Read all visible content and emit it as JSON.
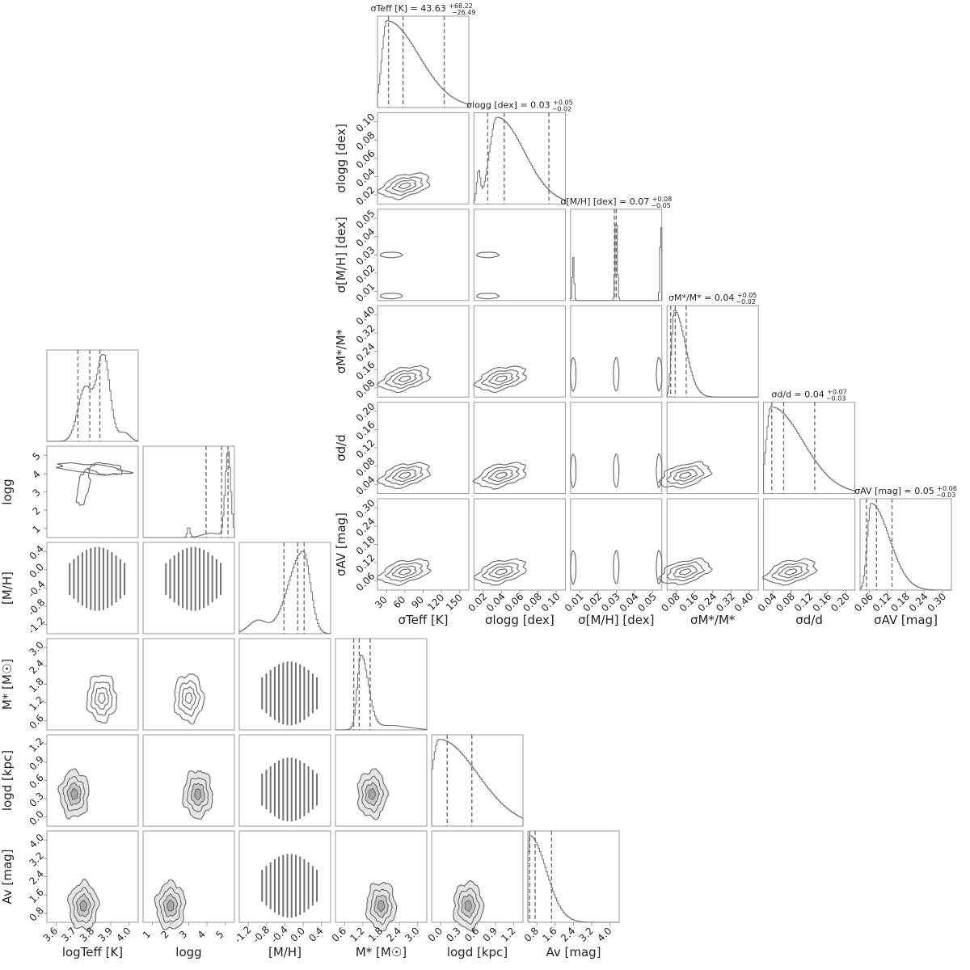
{
  "figure": {
    "type": "corner-plot-pair"
  },
  "chart_data": [
    {
      "type": "corner",
      "parameters": [
        {
          "key": "logTeff",
          "label": "logTeff [K]",
          "label_main": "log",
          "label_italic": "Teff",
          "label_unit": " [K]",
          "ticks": [
            "3.6",
            "3.7",
            "3.8",
            "3.9",
            "4.0"
          ],
          "range": [
            3.55,
            4.0
          ]
        },
        {
          "key": "logg",
          "label": "logg",
          "label_main": "log",
          "label_italic": "g",
          "label_unit": "",
          "ticks": [
            "1",
            "2",
            "3",
            "4",
            "5"
          ],
          "range": [
            0.2,
            5.2
          ]
        },
        {
          "key": "MH",
          "label": "[M/H]",
          "label_main": "",
          "label_italic": "[M/H]",
          "label_unit": "",
          "ticks": [
            "-1.2",
            "-0.8",
            "-0.4",
            "0.0",
            "0.4"
          ],
          "range": [
            -1.5,
            0.45
          ]
        },
        {
          "key": "Mstar",
          "label": "M* [M☉]",
          "label_main": "",
          "label_italic": "M",
          "label_sub": "*",
          "label_unit": " [M☉]",
          "ticks": [
            "0.6",
            "1.2",
            "1.8",
            "2.4",
            "3.0"
          ],
          "range": [
            0.35,
            3.1
          ]
        },
        {
          "key": "logd",
          "label": "logd [kpc]",
          "label_main": "log",
          "label_italic": "d",
          "label_unit": " [kpc]",
          "ticks": [
            "0.0",
            "0.3",
            "0.6",
            "0.9",
            "1.2"
          ],
          "range": [
            -0.15,
            1.15
          ]
        },
        {
          "key": "Av",
          "label": "Av [mag]",
          "label_main": "",
          "label_italic": "A",
          "label_sub": "V",
          "label_unit": " [mag]",
          "ticks": [
            "0.8",
            "1.6",
            "2.4",
            "3.2",
            "4.0"
          ],
          "range": [
            0.0,
            4.1
          ]
        }
      ],
      "y_ticks": {
        "logg": [
          "1",
          "2",
          "3",
          "4",
          "5"
        ],
        "MH": [
          "-1.2",
          "-0.8",
          "-0.4",
          "0.0",
          "0.4"
        ],
        "Mstar": [
          "0.6",
          "1.2",
          "1.8",
          "2.4",
          "3.0"
        ],
        "logd": [
          "0.0",
          "0.3",
          "0.6",
          "0.9",
          "1.2"
        ],
        "Av": [
          "0.8",
          "1.6",
          "2.4",
          "3.2",
          "4.0"
        ]
      },
      "quantiles_marked": 3
    },
    {
      "type": "corner",
      "parameters": [
        {
          "key": "sTeff",
          "label": "σTeff [K]",
          "sym": "σ",
          "sub": "Teff",
          "unit": " [K]",
          "ticks": [
            "30",
            "60",
            "90",
            "120",
            "150"
          ],
          "range": [
            0,
            160
          ],
          "title": "σTeff [K] = 43.63",
          "title_value": "43.63",
          "title_plus": "+68.22",
          "title_minus": "−26.49"
        },
        {
          "key": "slogg",
          "label": "σlogg [dex]",
          "sym": "σ",
          "sub": "logg",
          "unit": " [dex]",
          "ticks": [
            "0.02",
            "0.04",
            "0.06",
            "0.08",
            "0.10"
          ],
          "range": [
            0,
            0.105
          ],
          "title": "σlogg [dex] = 0.03",
          "title_value": "0.03",
          "title_plus": "+0.05",
          "title_minus": "−0.02"
        },
        {
          "key": "sMH",
          "label": "σ[M/H] [dex]",
          "sym": "σ",
          "sub": "[M/H]",
          "unit": " [dex]",
          "ticks": [
            "0.01",
            "0.02",
            "0.03",
            "0.04",
            "0.05"
          ],
          "range": [
            0,
            0.051
          ],
          "title": "σ[M/H] [dex] = 0.07",
          "title_value": "0.07",
          "title_plus": "+0.08",
          "title_minus": "−0.05"
        },
        {
          "key": "sMstar",
          "label": "σM*/M*",
          "sym": "σ",
          "sub": "M*",
          "unit": "/M*",
          "ticks": [
            "0.08",
            "0.16",
            "0.24",
            "0.32",
            "0.40"
          ],
          "range": [
            0,
            0.41
          ],
          "title": "σM*/M* = 0.04",
          "title_value": "0.04",
          "title_plus": "+0.05",
          "title_minus": "−0.02"
        },
        {
          "key": "sd",
          "label": "σd/d",
          "sym": "σ",
          "sub": "d",
          "unit": "/d",
          "ticks": [
            "0.04",
            "0.08",
            "0.12",
            "0.16",
            "0.20"
          ],
          "range": [
            0,
            0.205
          ],
          "title": "σd/d = 0.04",
          "title_value": "0.04",
          "title_plus": "+0.07",
          "title_minus": "−0.03"
        },
        {
          "key": "sAv",
          "label": "σAV [mag]",
          "sym": "σ",
          "sub": "AV",
          "unit": " [mag]",
          "ticks": [
            "0.06",
            "0.12",
            "0.18",
            "0.24",
            "0.30"
          ],
          "range": [
            0,
            0.305
          ],
          "title": "σAV [mag] = 0.05",
          "title_value": "0.05",
          "title_plus": "+0.06",
          "title_minus": "−0.03"
        }
      ],
      "y_ticks": {
        "slogg": [
          "0.02",
          "0.04",
          "0.06",
          "0.08",
          "0.10"
        ],
        "sMH": [
          "0.01",
          "0.02",
          "0.03",
          "0.04",
          "0.05"
        ],
        "sMstar": [
          "0.08",
          "0.16",
          "0.24",
          "0.32",
          "0.40"
        ],
        "sd": [
          "0.04",
          "0.08",
          "0.12",
          "0.16",
          "0.20"
        ],
        "sAv": [
          "0.06",
          "0.12",
          "0.18",
          "0.24",
          "0.30"
        ]
      },
      "quantiles_marked": 3
    }
  ],
  "colors": {
    "line": "#707070",
    "frame": "#9a9a9a",
    "text": "#222222",
    "fill_light": "#e6e6e6",
    "fill_mid": "#c8c8c8",
    "fill_dark": "#a8a8a8"
  }
}
